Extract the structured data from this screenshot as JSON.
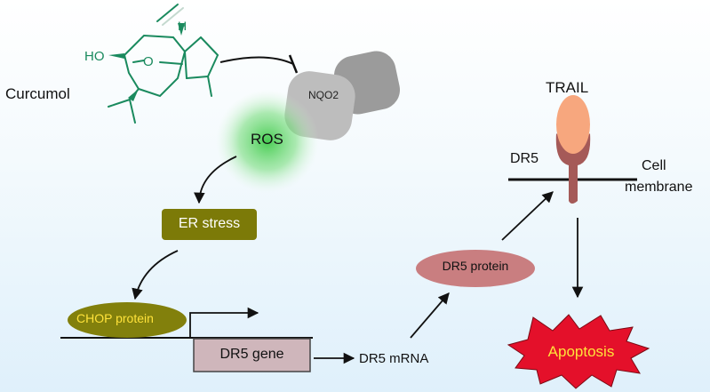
{
  "labels": {
    "curcumol": "Curcumol",
    "nqo2": "NQO2",
    "ros": "ROS",
    "er_stress": "ER stress",
    "chop_protein": "CHOP protein",
    "dr5_gene": "DR5 gene",
    "dr5_mrna": "DR5 mRNA",
    "dr5_protein": "DR5 protein",
    "trail": "TRAIL",
    "dr5": "DR5",
    "cell": "Cell",
    "membrane": "membrane",
    "apoptosis": "Apoptosis"
  },
  "molecule": {
    "ho": "HO",
    "o": "O",
    "h": "H"
  },
  "colors": {
    "molecule": "#1a8a5e",
    "er_stress_box": "#7c7a08",
    "chop_ellipse": "#82800c",
    "dr5_gene_box": "#cfb6bb",
    "dr5_protein_ellipse": "#c97e80",
    "trail_ellipse": "#f7a77e",
    "dr5_receptor": "#a55a58",
    "apoptosis_burst": "#e4102a",
    "ros_glow": "#3fca4a",
    "nqo2_blob": "#b2b2b2"
  }
}
